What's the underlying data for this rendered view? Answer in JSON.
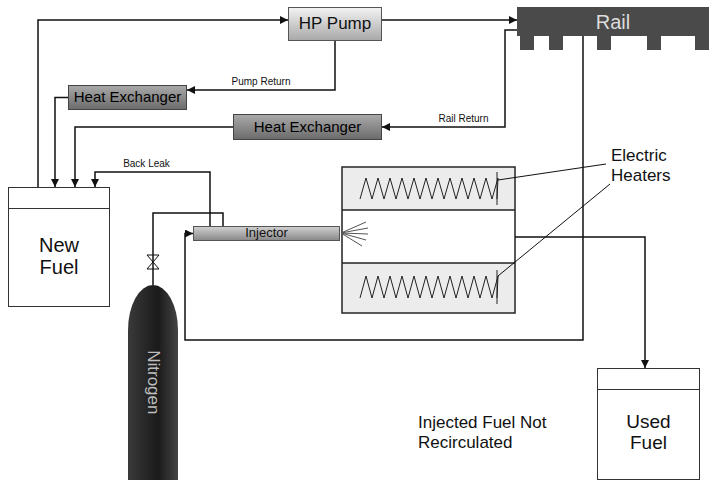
{
  "diagram": {
    "nodes": [
      {
        "text": [
          "HP Pump"
        ]
      },
      {
        "text": [
          "Rail"
        ]
      },
      {
        "text": [
          "Heat Exchanger"
        ]
      },
      {
        "text": [
          "Heat Exchanger"
        ]
      },
      {
        "text": [
          "New Fuel"
        ]
      },
      {
        "text": [
          "Injector"
        ]
      },
      {
        "text": [
          "Nitrogen"
        ]
      },
      {
        "text": [
          "Used Fuel"
        ]
      }
    ],
    "edges": [
      {
        "from": 4,
        "to": 0,
        "arrow": "to"
      },
      {
        "from": 0,
        "to": 1,
        "arrow": "to"
      },
      {
        "from": 0,
        "to": 2,
        "label": "Pump Return",
        "arrow": "to"
      },
      {
        "from": 2,
        "to": 4,
        "arrow": "to"
      },
      {
        "from": 1,
        "to": 3,
        "label": "Rail Return",
        "arrow": "to"
      },
      {
        "from": 3,
        "to": 4,
        "arrow": "to"
      },
      {
        "from": 5,
        "to": 4,
        "label": "Back Leak",
        "arrow": "to"
      },
      {
        "from": 1,
        "to": 5,
        "arrow": "to"
      },
      {
        "from": 6,
        "to": 5,
        "arrow": "none"
      }
    ],
    "labels": [
      "Electric Heaters",
      "Injected Fuel Not Recirculated"
    ]
  }
}
